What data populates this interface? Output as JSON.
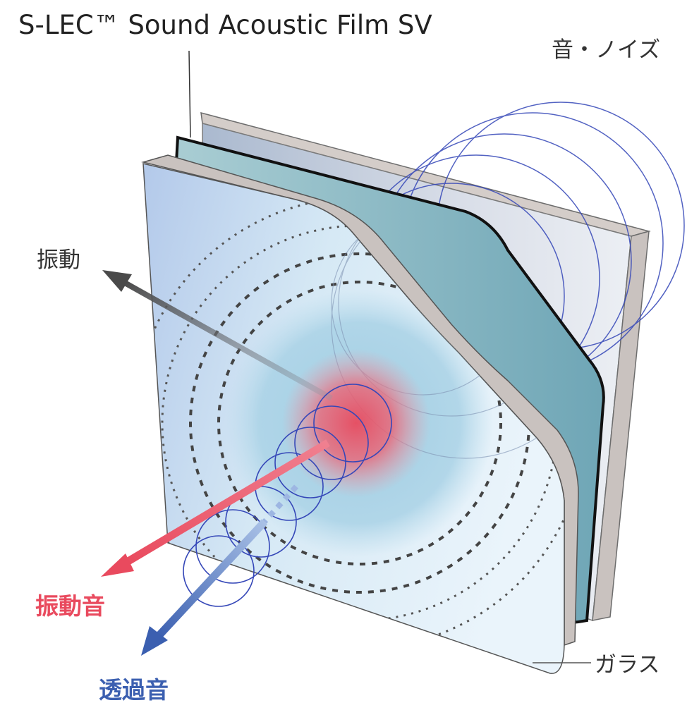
{
  "labels": {
    "product": "S-LEC™ Sound Acoustic Film SV",
    "noise": "音・ノイズ",
    "vibration": "振動",
    "vibration_sound": "振動音",
    "transmitted_sound": "透過音",
    "glass": "ガラス"
  },
  "colors": {
    "vibration_arrow": "#4a4a4a",
    "vibration_sound": "#e94a5e",
    "transmitted_sound": "#3b5fb0",
    "sound_rings": "#3547b8",
    "glass_edge": "#c9c2bf",
    "film": "#7fb5c4",
    "glass_face": "#cfe6f2"
  }
}
